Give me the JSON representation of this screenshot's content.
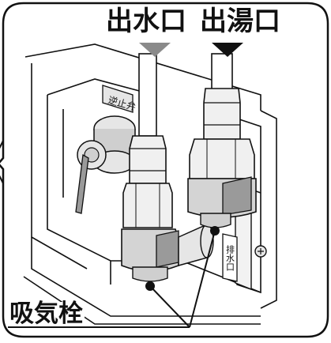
{
  "labels": {
    "water_outlet": "出水口",
    "hot_water_outlet": "出湯口",
    "air_intake_valve": "吸気栓"
  },
  "engraved": {
    "return_valve": "逆止弁",
    "drain_cock": "排水口"
  },
  "colors": {
    "line": "#111111",
    "paper": "#ffffff",
    "metal_light": "#e6e6e6",
    "metal_mid": "#cfcfcf",
    "metal_dark": "#9a9a9a",
    "arrow_water": "#8a8a8a",
    "arrow_hot": "#111111"
  }
}
